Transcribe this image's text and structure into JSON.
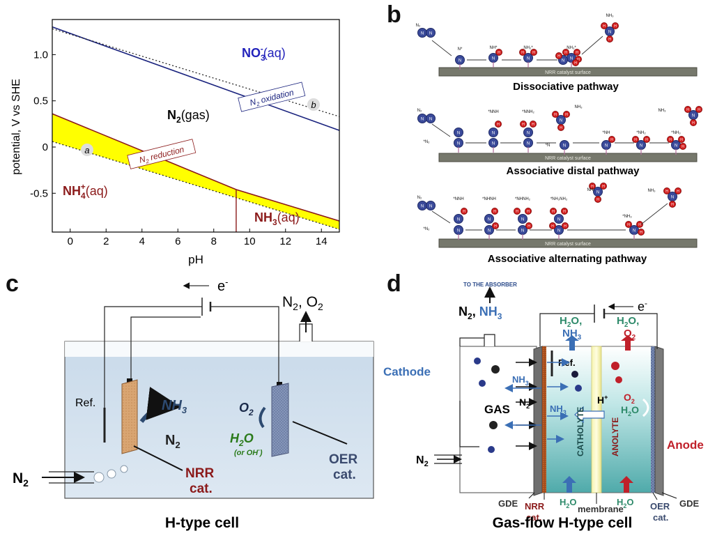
{
  "panel_labels": {
    "a": "a",
    "b": "b",
    "c": "c",
    "d": "d"
  },
  "panel_a": {
    "ylabel": "potential, V vs SHE",
    "xlabel": "pH",
    "regions": {
      "no3": "NO",
      "no3_sub": "3",
      "no3_sup": "-",
      "no3_tail": "(aq)",
      "n2": "N",
      "n2_sub": "2",
      "n2_tail": "(gas)",
      "nh4": "NH",
      "nh4_sub": "4",
      "nh4_sup": "+",
      "nh4_tail": "(aq)",
      "nh3": "NH",
      "nh3_sub": "3",
      "nh3_tail": "(aq)"
    },
    "tags": {
      "ox_a": "N",
      "ox_sub": "2",
      "ox_b": " oxidation",
      "red_a": "N",
      "red_sub": "2",
      "red_b": " reduction",
      "a": "a",
      "b": "b"
    }
  },
  "chart_data": {
    "type": "line",
    "xlabel": "pH",
    "ylabel": "potential, V vs SHE",
    "xlim": [
      -1,
      15
    ],
    "ylim": [
      -0.92,
      1.38
    ],
    "xticks": [
      0,
      2,
      4,
      6,
      8,
      10,
      12,
      14
    ],
    "yticks": [
      -0.5,
      0,
      0.5,
      1.0
    ],
    "xtick_labels": [
      "0",
      "2",
      "4",
      "6",
      "8",
      "10",
      "12",
      "14"
    ],
    "ytick_labels": [
      "-0.5",
      "0",
      "0.5",
      "1.0"
    ],
    "series": [
      {
        "name": "N2 oxidation",
        "x": [
          -1,
          15
        ],
        "y": [
          1.3,
          0.18
        ],
        "color": "#1a237e"
      },
      {
        "name": "N2 reduction",
        "x": [
          -1,
          9.25,
          15
        ],
        "y": [
          0.36,
          -0.46,
          -0.8
        ],
        "color": "#8b1a1a"
      },
      {
        "name": "a",
        "x": [
          -1,
          15
        ],
        "y": [
          0.06,
          -0.89
        ],
        "style": "dotted",
        "color": "#222222"
      },
      {
        "name": "b",
        "x": [
          -1,
          15
        ],
        "y": [
          1.28,
          0.33
        ],
        "style": "dotted",
        "color": "#222222"
      }
    ],
    "vline": {
      "x": 9.25,
      "y_from": -0.92,
      "y_to": -0.46,
      "color": "#8b1a1a"
    },
    "fill": {
      "between": [
        "N2 reduction",
        "a"
      ],
      "color": "#ffff00"
    }
  },
  "panel_b": {
    "surface": "NRR catalyst surface",
    "pathways": [
      "Dissociative pathway",
      "Associative distal pathway",
      "Associative alternating pathway"
    ],
    "diss_labels": [
      "N₂",
      "N*",
      "NH*",
      "NH₂*",
      "NH₃*",
      "NH₃"
    ],
    "distal_labels": [
      "N₂",
      "*N₂",
      "*NNH",
      "*NNH₂",
      "NH₃",
      "*N",
      "*NH",
      "*NH₂",
      "*NH₃",
      "NH₃"
    ],
    "alt_labels": [
      "N₂",
      "*N₂",
      "*NNH",
      "*NHNH",
      "*NHNH₂",
      "*NH₂NH₂",
      "NH₃",
      "*NH₃",
      "NH₃"
    ],
    "atom_n": "N",
    "atom_h": "H"
  },
  "panel_c": {
    "caption": "H-type cell",
    "electron": "e",
    "electron_sup": "-",
    "gas_out": "N",
    "gas_out_sub": "2",
    "gas_out_tail": ", O",
    "gas_out_sub2": "2",
    "ref": "Ref.",
    "nh3": "NH",
    "nh3_sub": "3",
    "n2": "N",
    "n2_sub": "2",
    "o2": "O",
    "o2_sub": "2",
    "h2o": "H",
    "h2o_sub": "2",
    "h2o_tail": "O",
    "or_oh": "(or OH",
    "or_oh_sup": "-",
    "or_oh_tail": ")",
    "nrr": "NRR",
    "nrr2": "cat.",
    "oer": "OER",
    "oer2": "cat.",
    "n2_in": "N",
    "n2_in_sub": "2"
  },
  "panel_d": {
    "caption": "Gas-flow H-type cell",
    "absorber": "TO THE ABSORBER",
    "gas_out": "N",
    "gas_out_sub": "2",
    "gas_out_tail": ", ",
    "gas_out_nh": "NH",
    "gas_out_nh_sub": "3",
    "electron": "e",
    "electron_sup": "-",
    "h2o_nh3_a": "H",
    "h2o_nh3_sub": "2",
    "h2o_nh3_b": "O,",
    "h2o_nh3_c": "NH",
    "h2o_nh3_sub2": "3",
    "h2o_o2_a": "H",
    "h2o_o2_sub": "2",
    "h2o_o2_b": "O,",
    "h2o_o2_c": "O",
    "h2o_o2_sub2": "2",
    "cathode": "Cathode",
    "anode": "Anode",
    "ref": "Ref.",
    "gas": "GAS",
    "n2": "N",
    "n2_sub": "2",
    "nh3_1": "NH",
    "nh3_1_sub": "3",
    "nh3_2": "NH",
    "nh3_2_sub": "3",
    "hplus": "H",
    "hplus_sup": "+",
    "o2": "O",
    "o2_sub": "2",
    "h2o_r": "H",
    "h2o_r_sub": "2",
    "h2o_r_tail": "O",
    "catholyte": "CATHOLYTE",
    "anolyte": "ANOLYTE",
    "h2o_bot1": "H",
    "h2o_bot1_sub": "2",
    "h2o_bot1_tail": "O",
    "h2o_bot2": "H",
    "h2o_bot2_sub": "2",
    "h2o_bot2_tail": "O",
    "n2_in": "N",
    "n2_in_sub": "2",
    "gde_left": "GDE",
    "nrr": "NRR",
    "nrr2": "cat.",
    "membrane": "membrane",
    "oer": "OER",
    "oer2": "cat.",
    "gde_right": "GDE"
  }
}
